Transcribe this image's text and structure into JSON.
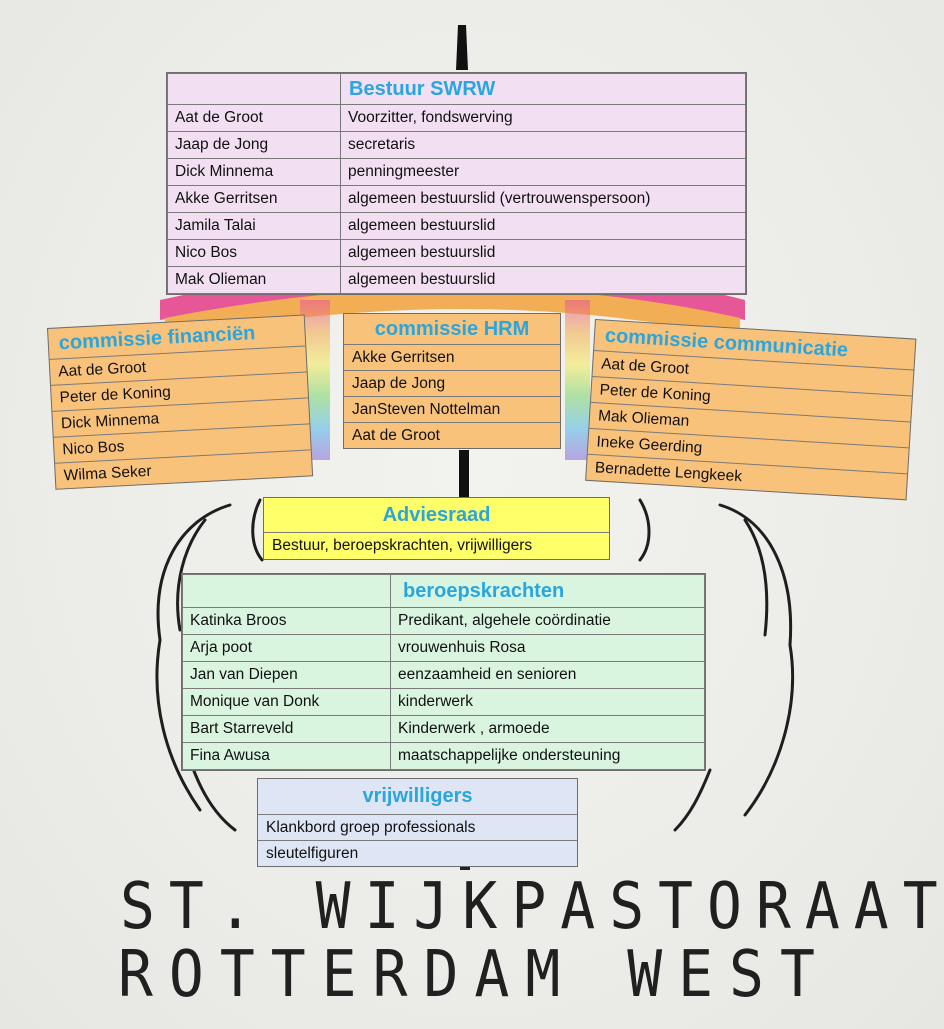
{
  "bestuur": {
    "title": "Bestuur SWRW",
    "rows": [
      {
        "name": "Aat de Groot",
        "role": "Voorzitter, fondswerving"
      },
      {
        "name": "Jaap de Jong",
        "role": "secretaris"
      },
      {
        "name": "Dick Minnema",
        "role": "penningmeester"
      },
      {
        "name": "Akke Gerritsen",
        "role": "algemeen bestuurslid (vertrouwenspersoon)"
      },
      {
        "name": "Jamila Talai",
        "role": "algemeen bestuurslid"
      },
      {
        "name": "Nico Bos",
        "role": "algemeen bestuurslid"
      },
      {
        "name": "Mak Olieman",
        "role": "algemeen bestuurslid"
      }
    ]
  },
  "commissie_financien": {
    "title": "commissie financiën",
    "members": [
      "Aat de Groot",
      "Peter de Koning",
      "Dick Minnema",
      "Nico Bos",
      "Wilma Seker"
    ]
  },
  "commissie_hrm": {
    "title": "commissie HRM",
    "members": [
      "Akke Gerritsen",
      "Jaap de Jong",
      "JanSteven Nottelman",
      "Aat de Groot"
    ]
  },
  "commissie_communicatie": {
    "title": "commissie communicatie",
    "members": [
      "Aat de Groot",
      "Peter de Koning",
      "Mak Olieman",
      "Ineke Geerding",
      "Bernadette Lengkeek"
    ]
  },
  "adviesraad": {
    "title": "Adviesraad",
    "text": "Bestuur, beroepskrachten, vrijwilligers"
  },
  "beroepskrachten": {
    "title": "beroepskrachten",
    "rows": [
      {
        "name": "Katinka Broos",
        "role": "Predikant, algehele coördinatie"
      },
      {
        "name": "Arja poot",
        "role": "vrouwenhuis Rosa"
      },
      {
        "name": "Jan van Diepen",
        "role": "eenzaamheid en senioren"
      },
      {
        "name": "Monique van Donk",
        "role": "kinderwerk"
      },
      {
        "name": "Bart Starreveld",
        "role": "Kinderwerk , armoede"
      },
      {
        "name": "Fina Awusa",
        "role": "maatschappelijke ondersteuning"
      }
    ]
  },
  "vrijwilligers": {
    "title": "vrijwilligers",
    "rows": [
      "Klankbord groep professionals",
      "sleutelfiguren"
    ]
  },
  "logo": {
    "line1": "ST. WIJKPASTORAAT",
    "line2": "ROTTERDAM WEST"
  },
  "colors": {
    "header_text": "#2aa6df",
    "bestuur_fill": "#f3dff2",
    "commissie_fill": "#f9c27a",
    "adviesraad_fill": "#ffff6a",
    "beroepskrachten_fill": "#d9f5df",
    "vrijwilligers_fill": "#dee6f6"
  }
}
